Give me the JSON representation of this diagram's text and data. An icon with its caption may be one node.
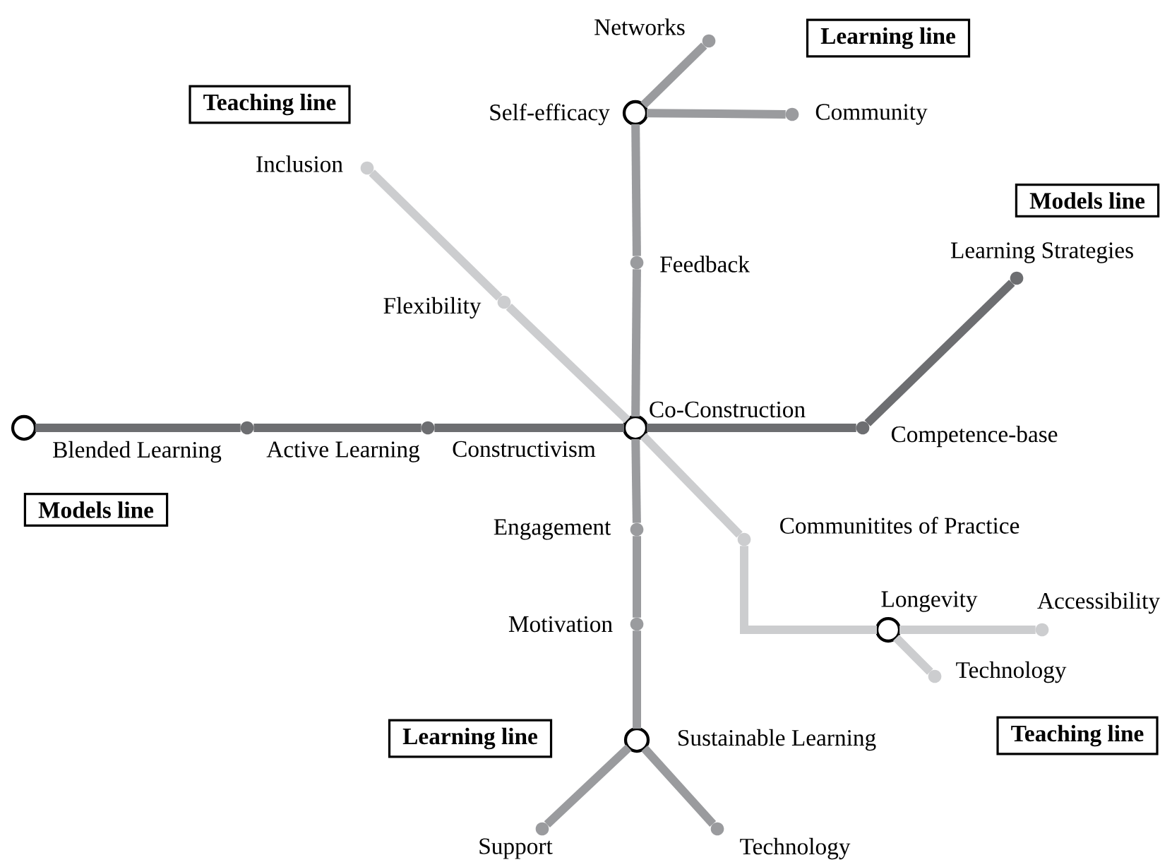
{
  "diagram": {
    "nodes": [
      {
        "text": [
          "Networks"
        ]
      },
      {
        "text": [
          "Self-efficacy"
        ]
      },
      {
        "text": [
          "Community"
        ]
      },
      {
        "text": [
          "Inclusion"
        ]
      },
      {
        "text": [
          "Feedback"
        ]
      },
      {
        "text": [
          "Learning Strategies"
        ]
      },
      {
        "text": [
          "Flexibility"
        ]
      },
      {
        "text": [
          "Blended Learning"
        ]
      },
      {
        "text": [
          "Active Learning"
        ]
      },
      {
        "text": [
          "Constructivism"
        ]
      },
      {
        "text": [
          "Co-Construction"
        ]
      },
      {
        "text": [
          "Competence-base"
        ]
      },
      {
        "text": [
          "Communitites of Practice"
        ]
      },
      {
        "text": [
          "Engagement"
        ]
      },
      {
        "text": [
          "Motivation"
        ]
      },
      {
        "text": [
          "Longevity"
        ]
      },
      {
        "text": [
          "Accessibility"
        ]
      },
      {
        "text": [
          "Technology"
        ]
      },
      {
        "text": [
          "Sustainable Learning"
        ]
      },
      {
        "text": [
          "Support"
        ]
      },
      {
        "text": [
          "Technology"
        ]
      },
      {
        "text": [
          "Learning line"
        ]
      },
      {
        "text": [
          "Teaching line"
        ]
      },
      {
        "text": [
          "Models line"
        ]
      },
      {
        "text": [
          "Models line"
        ]
      },
      {
        "text": [
          "Learning line"
        ]
      },
      {
        "text": [
          "Teaching line"
        ]
      }
    ],
    "edges": [
      {
        "from": 0,
        "to": 1,
        "arrow": "none"
      },
      {
        "from": 1,
        "to": 2,
        "arrow": "none"
      },
      {
        "from": 1,
        "to": 4,
        "arrow": "none"
      },
      {
        "from": 4,
        "to": 10,
        "arrow": "none"
      },
      {
        "from": 10,
        "to": 13,
        "arrow": "none"
      },
      {
        "from": 13,
        "to": 14,
        "arrow": "none"
      },
      {
        "from": 14,
        "to": 18,
        "arrow": "none"
      },
      {
        "from": 18,
        "to": 19,
        "arrow": "none"
      },
      {
        "from": 18,
        "to": 20,
        "arrow": "none"
      },
      {
        "from": 7,
        "to": 8,
        "arrow": "none",
        "color": "#6d6e71"
      },
      {
        "from": 8,
        "to": 9,
        "arrow": "none",
        "color": "#6d6e71"
      },
      {
        "from": 9,
        "to": 10,
        "arrow": "none",
        "color": "#6d6e71"
      },
      {
        "from": 10,
        "to": 11,
        "arrow": "none",
        "color": "#6d6e71"
      },
      {
        "from": 11,
        "to": 5,
        "arrow": "none",
        "color": "#6d6e71"
      },
      {
        "from": 3,
        "to": 6,
        "arrow": "none",
        "color": "#cccdcf"
      },
      {
        "from": 6,
        "to": 10,
        "arrow": "none",
        "color": "#cccdcf"
      },
      {
        "from": 10,
        "to": 12,
        "arrow": "none",
        "color": "#cccdcf"
      },
      {
        "from": 12,
        "to": 15,
        "arrow": "none",
        "color": "#cccdcf"
      },
      {
        "from": 15,
        "to": 16,
        "arrow": "none",
        "color": "#cccdcf"
      },
      {
        "from": 15,
        "to": 17,
        "arrow": "none",
        "color": "#cccdcf"
      }
    ]
  }
}
